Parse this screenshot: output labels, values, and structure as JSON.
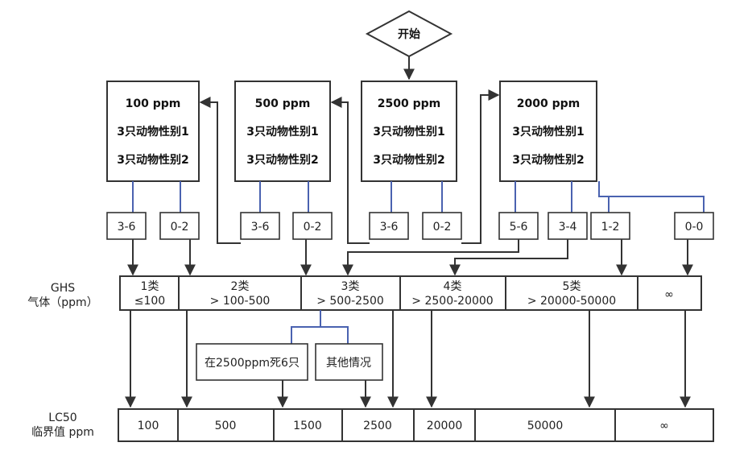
{
  "start": "开始",
  "tests": [
    {
      "dose": "100 ppm",
      "line1": "3只动物性别1",
      "line2": "3只动物性别2",
      "outcomes": [
        "3-6",
        "0-2"
      ]
    },
    {
      "dose": "500 ppm",
      "line1": "3只动物性别1",
      "line2": "3只动物性别2",
      "outcomes": [
        "3-6",
        "0-2"
      ]
    },
    {
      "dose": "2500 ppm",
      "line1": "3只动物性别1",
      "line2": "3只动物性别2",
      "outcomes": [
        "3-6",
        "0-2"
      ]
    },
    {
      "dose": "2000 ppm",
      "line1": "3只动物性别1",
      "line2": "3只动物性别2",
      "outcomes": [
        "5-6",
        "3-4",
        "1-2",
        "0-0"
      ]
    }
  ],
  "ghs": {
    "label_line1": "GHS",
    "label_line2": "气体（ppm）",
    "categories": [
      {
        "name": "1类",
        "range": "≤100"
      },
      {
        "name": "2类",
        "range": "> 100-500"
      },
      {
        "name": "3类",
        "range": "> 500-2500"
      },
      {
        "name": "4类",
        "range": "> 2500-20000"
      },
      {
        "name": "5类",
        "range": "> 20000-50000"
      },
      {
        "name": "",
        "range": "∞"
      }
    ]
  },
  "sub_branches": [
    "在2500ppm死6只",
    "其他情况"
  ],
  "lc50": {
    "label_line1": "LC50",
    "label_line2": "临界值 ppm",
    "values": [
      "100",
      "500",
      "1500",
      "2500",
      "20000",
      "50000",
      "∞"
    ]
  }
}
